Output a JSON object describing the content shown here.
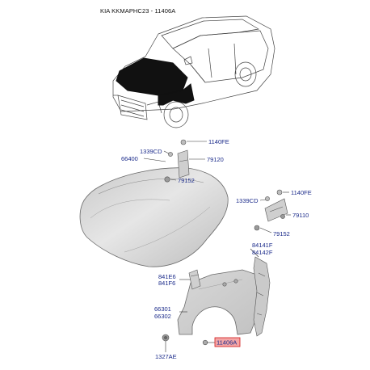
{
  "header": {
    "title": "KIA KKMAPHC23 - 11406A"
  },
  "callouts": [
    {
      "id": "1140FE_top",
      "text": "1140FE"
    },
    {
      "id": "1339CD_top",
      "text": "1339CD"
    },
    {
      "id": "79120",
      "text": "79120"
    },
    {
      "id": "66400",
      "text": "66400"
    },
    {
      "id": "79152_top",
      "text": "79152"
    },
    {
      "id": "1339CD_right",
      "text": "1339CD"
    },
    {
      "id": "1140FE_right",
      "text": "1140FE"
    },
    {
      "id": "79110",
      "text": "79110"
    },
    {
      "id": "79152_right",
      "text": "79152"
    },
    {
      "id": "84141F",
      "text": "84141F"
    },
    {
      "id": "84142F",
      "text": "84142F"
    },
    {
      "id": "841E6",
      "text": "841E6"
    },
    {
      "id": "841F6",
      "text": "841F6"
    },
    {
      "id": "66301",
      "text": "66301"
    },
    {
      "id": "66302",
      "text": "66302"
    },
    {
      "id": "11406A",
      "text": "11406A"
    },
    {
      "id": "1327AE",
      "text": "1327AE"
    }
  ],
  "colors": {
    "label": "#1a2a8a",
    "highlight_fill": "#f4a6a6",
    "highlight_stroke": "#d01818",
    "part_fill": "#d6d6d6"
  }
}
